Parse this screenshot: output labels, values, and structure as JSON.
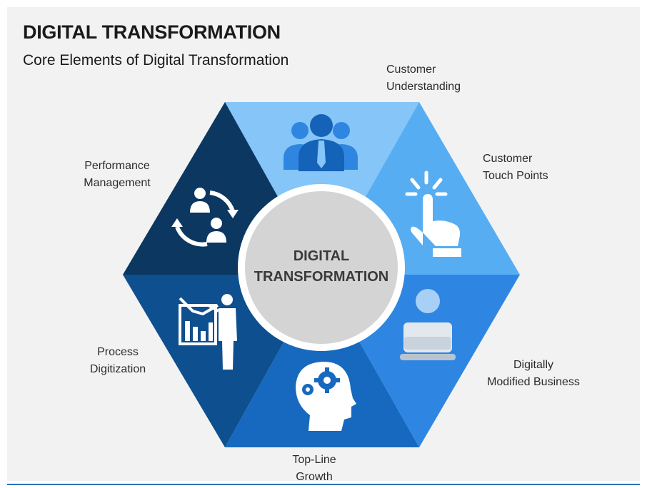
{
  "title": "DIGITAL TRANSFORMATION",
  "subtitle": "Core Elements of Digital Transformation",
  "center": {
    "line1": "DIGITAL",
    "line2": "TRANSFORMATION"
  },
  "segments": [
    {
      "line1": "Customer",
      "line2": "Understanding",
      "color": "#85c5f8",
      "icon": "people-group-icon"
    },
    {
      "line1": "Customer",
      "line2": "Touch Points",
      "color": "#57adf2",
      "icon": "touch-tap-icon"
    },
    {
      "line1": "Digitally",
      "line2": "Modified Business",
      "color": "#2e86e2",
      "icon": "laptop-user-icon"
    },
    {
      "line1": "Top-Line",
      "line2": "Growth",
      "color": "#1769bf",
      "icon": "head-gears-icon"
    },
    {
      "line1": "Process",
      "line2": "Digitization",
      "color": "#0e4f8f",
      "icon": "chart-presenter-icon"
    },
    {
      "line1": "Performance",
      "line2": "Management",
      "color": "#0b3761",
      "icon": "user-cycle-icon"
    }
  ]
}
